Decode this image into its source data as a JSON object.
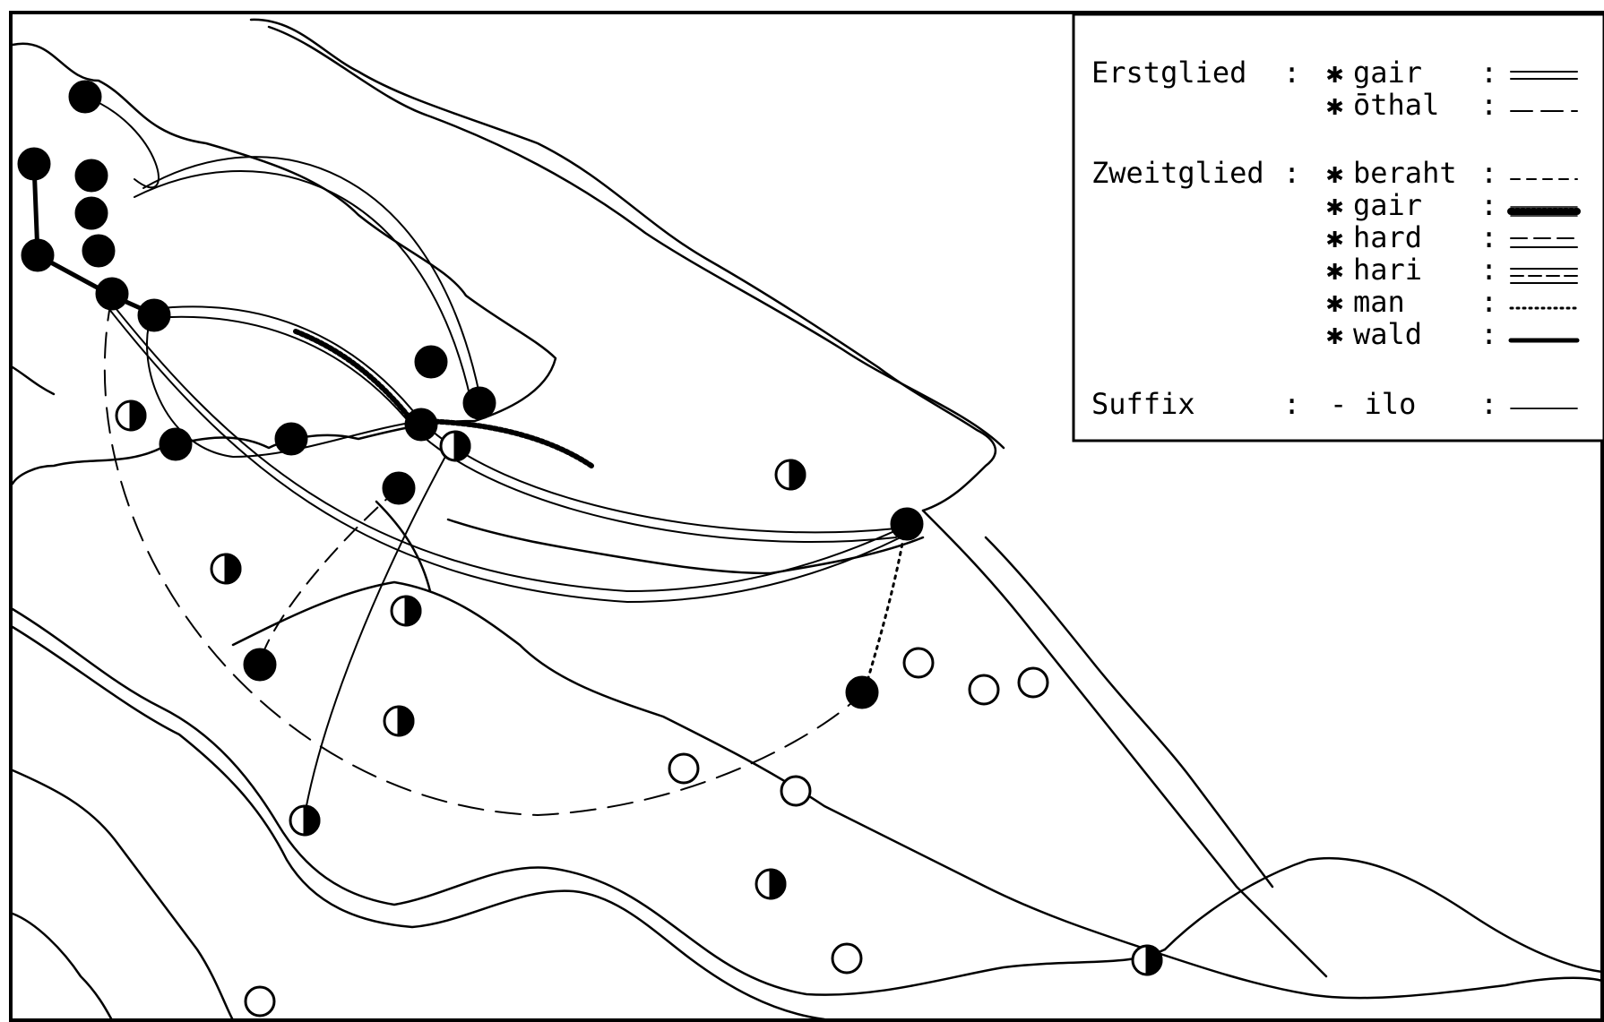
{
  "legend": {
    "erstglied": {
      "heading": "Erstglied",
      "items": [
        {
          "label": "gair",
          "style": "double"
        },
        {
          "label": "ōthal",
          "style": "long-dash"
        }
      ]
    },
    "zweitglied": {
      "heading": "Zweitglied",
      "items": [
        {
          "label": "beraht",
          "style": "short-dash"
        },
        {
          "label": "gair",
          "style": "hatched"
        },
        {
          "label": "hard",
          "style": "double-dash"
        },
        {
          "label": "hari",
          "style": "triple"
        },
        {
          "label": "man",
          "style": "dotted"
        },
        {
          "label": "wald",
          "style": "thick"
        }
      ]
    },
    "suffix": {
      "heading": "Suffix",
      "items": [
        {
          "label": "- ilo",
          "style": "thin"
        }
      ]
    },
    "separator": ":",
    "bullet": "✱"
  },
  "colors": {
    "ink": "#000000",
    "paper": "#ffffff"
  },
  "symbols": {
    "filled": "full-circle",
    "half": "half-filled-circle",
    "empty": "open-circle"
  }
}
